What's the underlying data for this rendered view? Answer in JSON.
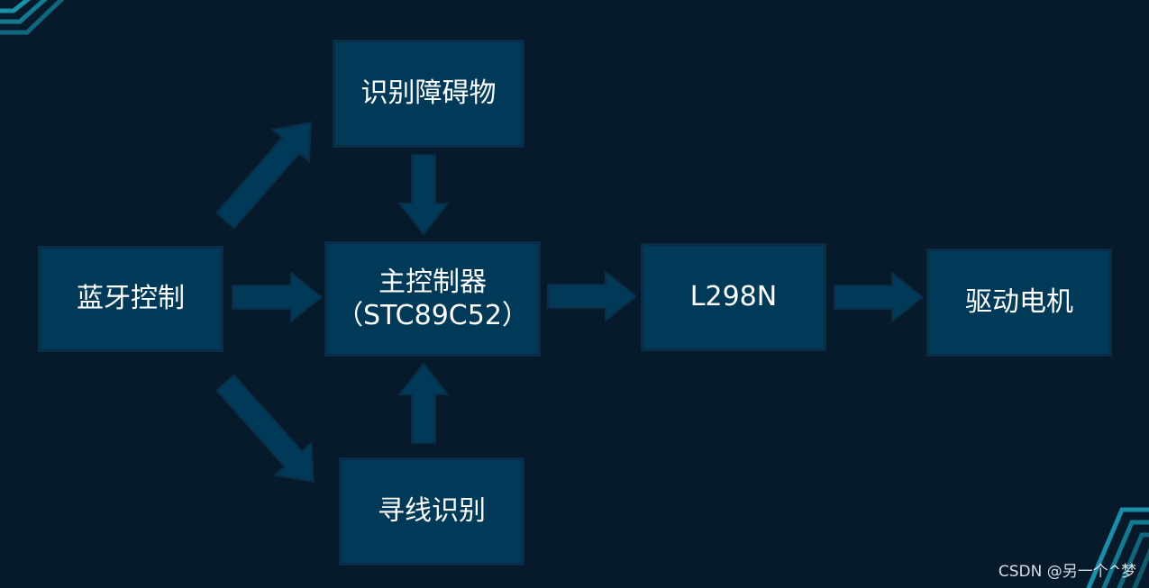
{
  "colors": {
    "background": "#061a2c",
    "node_fill": "#013a58",
    "node_border": "#0a2c44",
    "arrow": "#013a58",
    "text": "#ffffff",
    "decor_stripe": "#1b8fa8"
  },
  "nodes": {
    "bluetooth": {
      "label": "蓝牙控制"
    },
    "obstacle": {
      "label": "识别障碍物"
    },
    "controller": {
      "line1": "主控制器",
      "line2": "（STC89C52）"
    },
    "tracking": {
      "label": "寻线识别"
    },
    "driver": {
      "label": "L298N"
    },
    "motor": {
      "label": "驱动电机"
    }
  },
  "edges": [
    {
      "from": "bluetooth",
      "to": "obstacle"
    },
    {
      "from": "bluetooth",
      "to": "controller"
    },
    {
      "from": "bluetooth",
      "to": "tracking"
    },
    {
      "from": "obstacle",
      "to": "controller"
    },
    {
      "from": "tracking",
      "to": "controller"
    },
    {
      "from": "controller",
      "to": "driver"
    },
    {
      "from": "driver",
      "to": "motor"
    }
  ],
  "watermark": "CSDN @另一个^梦"
}
